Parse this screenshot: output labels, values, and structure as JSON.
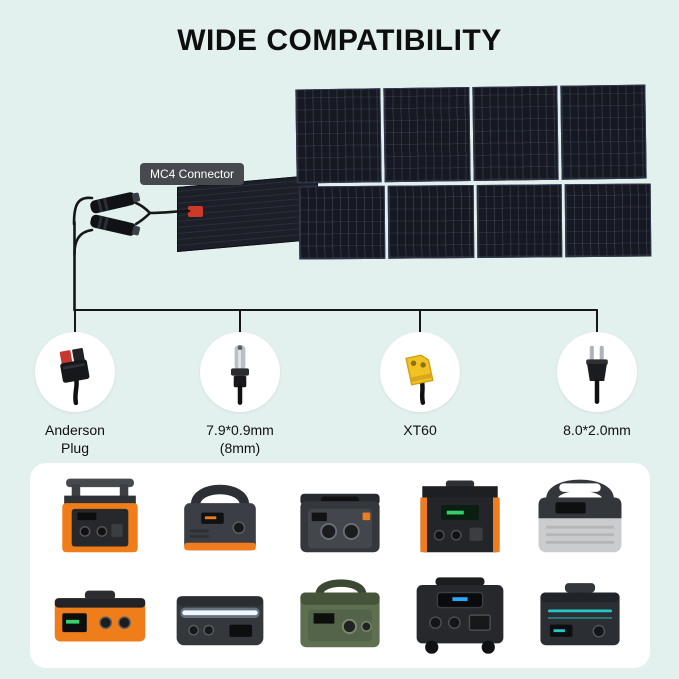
{
  "title": "WIDE COMPATIBILITY",
  "mc4_badge": {
    "label": "MC4 Connector"
  },
  "connectors": [
    {
      "id": "anderson-plug",
      "label_lines": [
        "Anderson",
        "Plug"
      ]
    },
    {
      "id": "dc-7.9x0.9mm",
      "label_lines": [
        "7.9*0.9mm",
        "(8mm)"
      ]
    },
    {
      "id": "xt60",
      "label_lines": [
        "XT60"
      ]
    },
    {
      "id": "dc-8.0x2.0mm",
      "label_lines": [
        "8.0*2.0mm"
      ]
    }
  ],
  "colors": {
    "background": "#e2f0ee",
    "accent_orange": "#f07c1e",
    "line": "#161616",
    "badge_bg": "#46494e",
    "solar_panel": "#161922",
    "xt60_yellow": "#f2c124",
    "anderson_red": "#c8372d",
    "products_panel_bg": "#ffffff"
  },
  "products_panel": {
    "item_count": 10
  }
}
